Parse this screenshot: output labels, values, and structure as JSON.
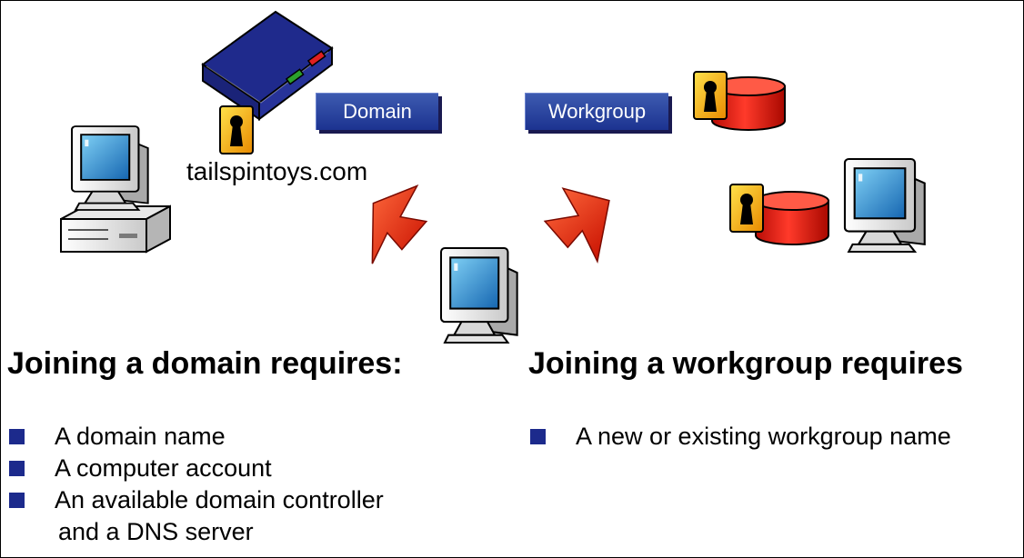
{
  "diagram": {
    "domain_label": "Domain",
    "workgroup_label": "Workgroup",
    "domain_host": "tailspintoys.com"
  },
  "domain_section": {
    "heading": "Joining a domain requires:",
    "items": [
      "A domain name",
      "A computer account",
      "An available domain controller"
    ],
    "continuation": "and a DNS server"
  },
  "workgroup_section": {
    "heading": "Joining a workgroup requires",
    "items": [
      "A new or existing workgroup name"
    ]
  },
  "colors": {
    "label_box": "#2a44a0",
    "bullet": "#1c2a8c",
    "arrow": "#e8220d",
    "database": "#dd1a10",
    "lock_badge": "#f6b800",
    "book_cover": "#1f2a8c",
    "screen": "#1f8fd0"
  },
  "icons": [
    "desktop-computer-icon",
    "address-book-icon",
    "lock-icon",
    "database-icon",
    "arrow-icon"
  ]
}
